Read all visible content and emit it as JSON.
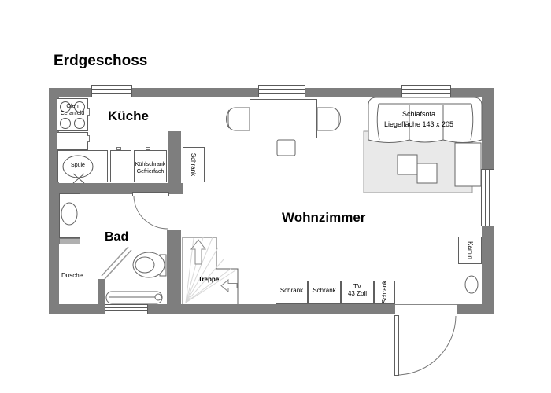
{
  "title": "Erdgeschoss",
  "rooms": {
    "kitchen": "Küche",
    "bathroom": "Bad",
    "living_room": "Wohnzimmer"
  },
  "kitchen": {
    "stove_line1": "Ofen",
    "stove_line2": "Ceranfeld",
    "sink": "Spüle",
    "fridge_line1": "Kühlschrank",
    "fridge_line2": "Gefrierfach",
    "cabinet": "Schrank"
  },
  "bathroom": {
    "shower": "Dusche"
  },
  "living_room": {
    "sofa_line1": "Schlafsofa",
    "sofa_line2": "Liegefläche 143 x 205",
    "stairs": "Treppe",
    "fireplace": "Kamin",
    "cabinet_1": "Schrank",
    "cabinet_2": "Schrank",
    "cabinet_tall": "Schrank",
    "tv_line1": "TV",
    "tv_line2": "43 Zoll"
  },
  "colors": {
    "wall": "#7e7e7e",
    "outline": "#606060",
    "rug": "#e9e9e9",
    "stair_lines": "#d8d8d8"
  }
}
